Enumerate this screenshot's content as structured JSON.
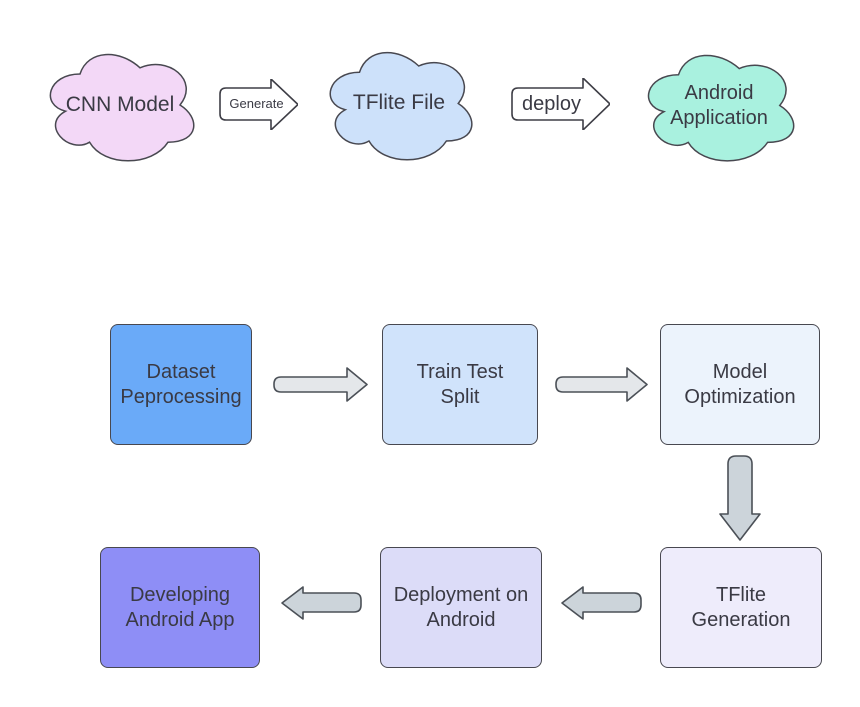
{
  "diagram": {
    "background": "#ffffff",
    "stroke": "#484850",
    "text_color": "#3a3a44",
    "top_flow": {
      "nodes": [
        {
          "label": "CNN Model",
          "fill": "#f3d8f7"
        },
        {
          "label": "TFlite File",
          "fill": "#cde1fa"
        },
        {
          "label": "Android Application",
          "fill": "#a9f1df"
        }
      ],
      "edges": [
        {
          "label": "Generate",
          "fill": "#ffffff"
        },
        {
          "label": "deploy",
          "fill": "#ffffff"
        }
      ]
    },
    "pipeline": {
      "steps": [
        {
          "label": "Dataset Peprocessing",
          "fill": "#6aaaf8"
        },
        {
          "label": "Train Test Split",
          "fill": "#d0e3fb"
        },
        {
          "label": "Model Optimization",
          "fill": "#ecf3fc"
        },
        {
          "label": "TFlite Generation",
          "fill": "#eeecfb"
        },
        {
          "label": "Deployment on Android",
          "fill": "#dcdcf8"
        },
        {
          "label": "Developing Android App",
          "fill": "#8e8ef6"
        }
      ],
      "arrow_fills": {
        "row1": "#e4e7ea",
        "down": "#ccd4da",
        "row2": "#ccd4da"
      }
    }
  }
}
